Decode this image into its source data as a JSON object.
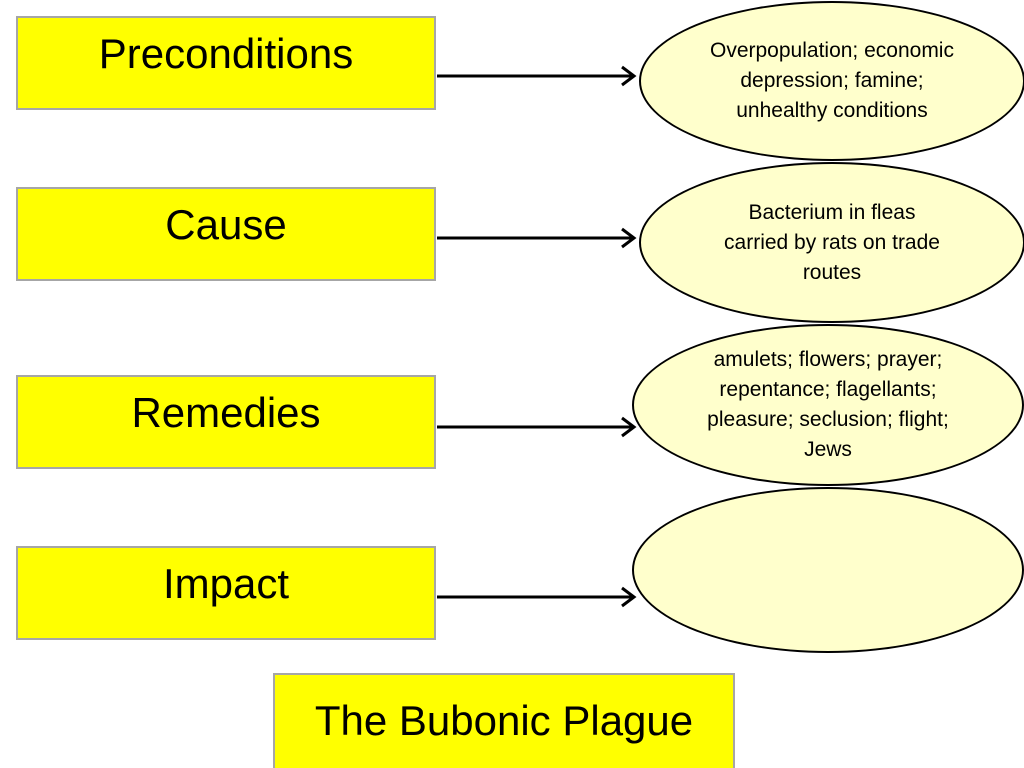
{
  "title": "The Bubonic Plague",
  "rows": [
    {
      "label": "Preconditions",
      "description": "Overpopulation; economic depression; famine; unhealthy conditions"
    },
    {
      "label": "Cause",
      "description": "Bacterium in fleas carried by rats on trade routes"
    },
    {
      "label": "Remedies",
      "description": "amulets; flowers; prayer; repentance; flagellants; pleasure; seclusion; flight; Jews"
    },
    {
      "label": "Impact",
      "description": ""
    }
  ],
  "colors": {
    "box_fill": "#ffff00",
    "box_border": "#a6a6a6",
    "ellipse_fill": "#ffffcc",
    "ellipse_border": "#000000",
    "arrow": "#000000"
  }
}
